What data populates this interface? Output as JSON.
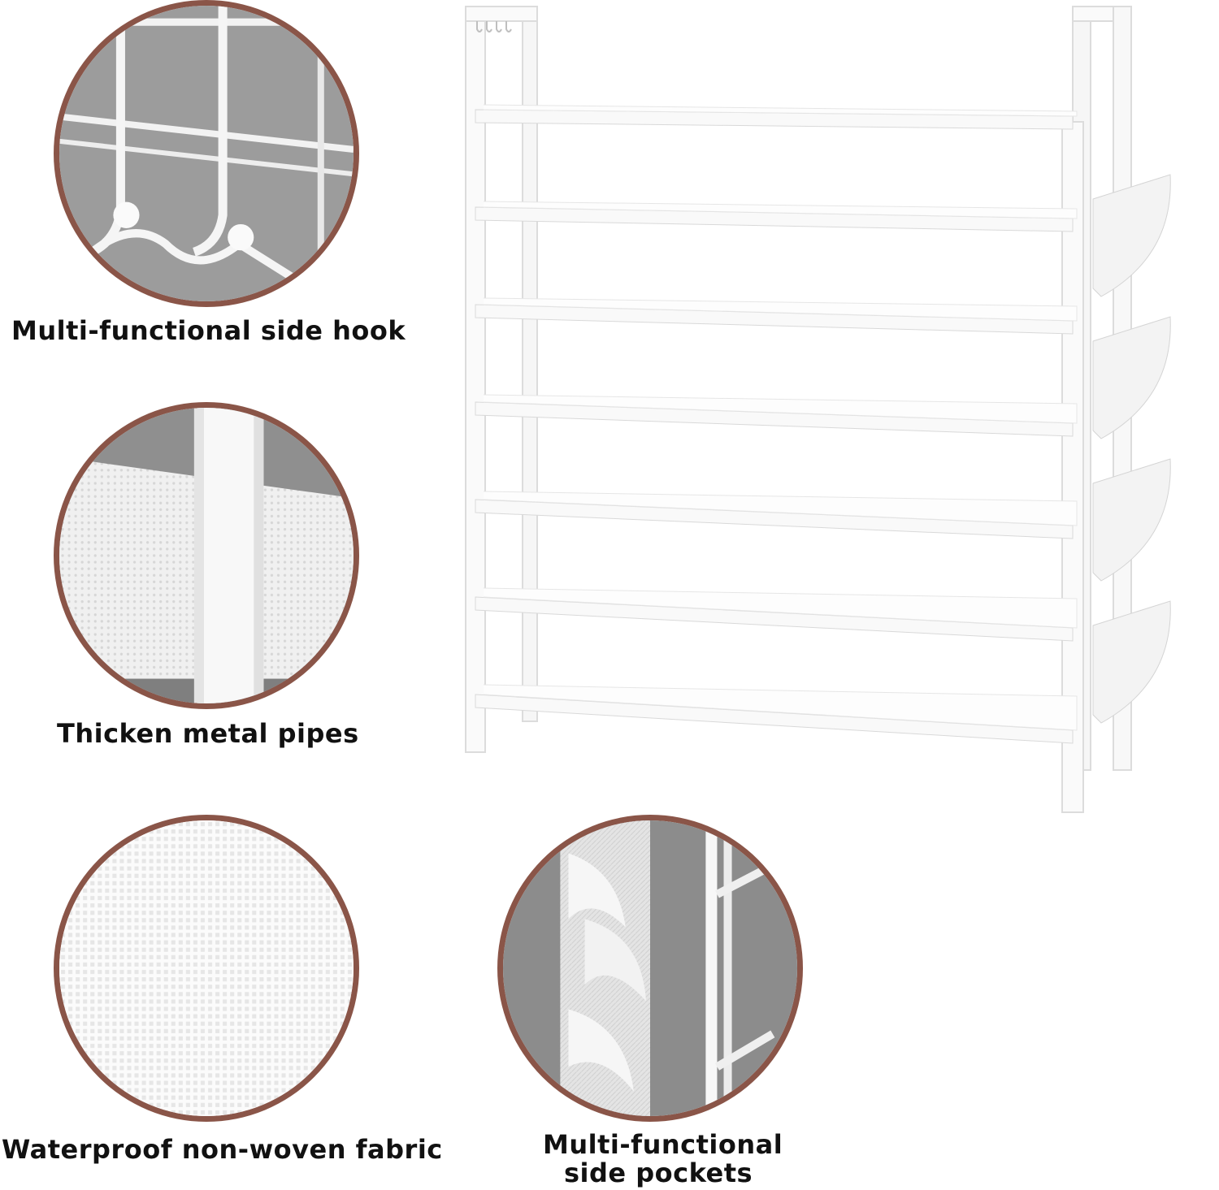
{
  "captions": {
    "side_hook": "Multi-functional side hook",
    "metal_pipes": "Thicken metal pipes",
    "fabric": "Waterproof non-woven fabric",
    "side_pockets_line1": "Multi-functional",
    "side_pockets_line2": "side pockets"
  },
  "colors": {
    "circle_border": "#8a5548",
    "background": "#ffffff",
    "detail_gray": "#9a9a9a",
    "rack_white": "#f7f7f7"
  },
  "rack": {
    "shelf_count": 7,
    "side_pocket_count": 4,
    "hook_count": 4
  }
}
